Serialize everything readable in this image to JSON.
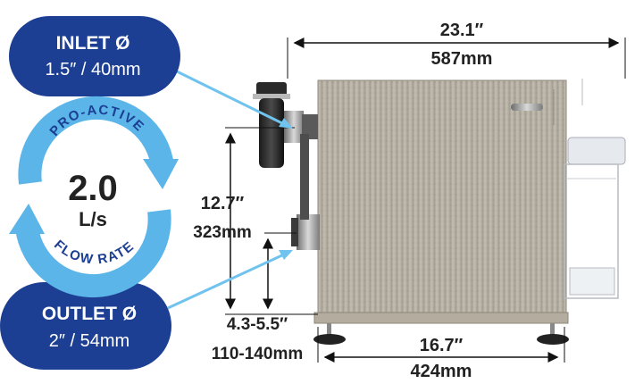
{
  "inlet": {
    "title": "INLET Ø",
    "size": "1.5″ / 40mm"
  },
  "outlet": {
    "title": "OUTLET Ø",
    "size": "2″ / 54mm"
  },
  "flow": {
    "top_text": "PRO-ACTIVE",
    "bottom_text": "FLOW RATE",
    "value": "2.0",
    "unit": "L/s"
  },
  "dimensions": {
    "width": {
      "imperial": "23.1″",
      "metric": "587mm"
    },
    "height": {
      "imperial": "12.7″",
      "metric": "323mm"
    },
    "outlet_height": {
      "imperial": "4.3-5.5″",
      "metric": "110-140mm"
    },
    "base_width": {
      "imperial": "16.7″",
      "metric": "424mm"
    }
  },
  "colors": {
    "badge_blue": "#1c3f94",
    "arrow_blue": "#5bb5e8",
    "flow_text": "#1c3f94",
    "dim_line": "#111111",
    "tank": "#b9b2a6",
    "pointer": "#6fc3ee"
  }
}
